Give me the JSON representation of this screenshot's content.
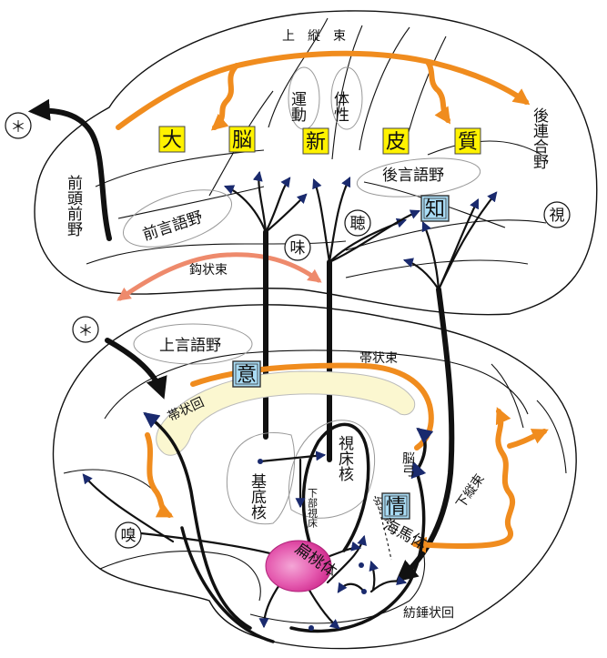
{
  "cortex": {
    "yellow_labels": [
      "大",
      "脳",
      "新",
      "皮",
      "質"
    ],
    "superior_longitudinal": "上　縦　束",
    "motor": "運動",
    "somato": "体性",
    "posterior_association": "後連合野",
    "prefrontal": "前頭前野",
    "broca": "前言語野",
    "wernicke": "後言語野",
    "knowledge": "知",
    "hearing": "聴",
    "taste": "味",
    "vision": "視",
    "uncinate": "鈎状束",
    "star": "＊"
  },
  "limbic": {
    "star": "＊",
    "supra_language": "上言語野",
    "will": "意",
    "cingulum": "帯状束",
    "cingulate_gyrus": "帯状回",
    "basal_ganglia": "基底核",
    "thalamus": "視床核",
    "hypothalamus": "下部視床",
    "stria_terminalis": "分界条",
    "fornix": "脳弓",
    "emotion": "情",
    "hippocampus": "海馬体",
    "amygdala": "扁桃体",
    "inferior_longitudinal": "下縦束",
    "fusiform": "紡錘状回",
    "smell": "嗅"
  },
  "colors": {
    "orange": "#f08c1e",
    "pale_orange": "#ee8a6c",
    "yellow": "#fff200",
    "blue": "#a9dcf5",
    "amygdala_pink": "#e0379c",
    "basal_cream": "#fbf7d0"
  }
}
